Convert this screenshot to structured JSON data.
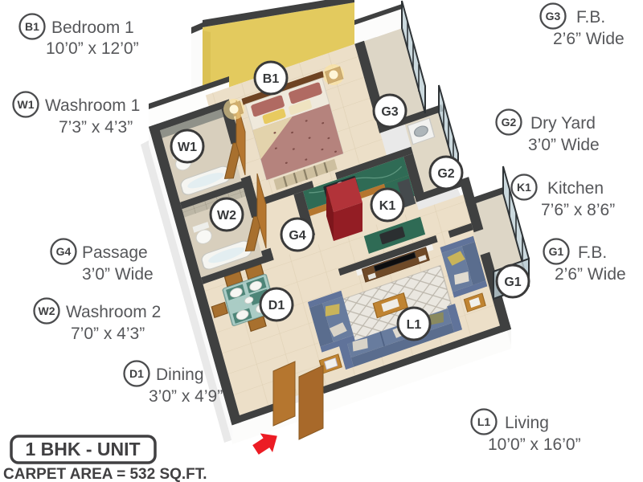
{
  "unit": {
    "title": "1 BHK - UNIT",
    "carpet_area": "CARPET AREA = 532 SQ.FT."
  },
  "rooms": [
    {
      "code": "B1",
      "name": "Bedroom 1",
      "dims": "10’0” x 12’0”"
    },
    {
      "code": "W1",
      "name": "Washroom 1",
      "dims": "7’3” x 4’3”"
    },
    {
      "code": "G4",
      "name": "Passage",
      "dims": "3’0” Wide"
    },
    {
      "code": "W2",
      "name": "Washroom 2",
      "dims": "7’0” x 4’3”"
    },
    {
      "code": "D1",
      "name": "Dining",
      "dims": "3’0” x 4’9”"
    },
    {
      "code": "G3",
      "name": "F.B.",
      "dims": "2’6” Wide"
    },
    {
      "code": "G2",
      "name": "Dry Yard",
      "dims": "3’0” Wide"
    },
    {
      "code": "K1",
      "name": "Kitchen",
      "dims": "7’6” x 8’6”"
    },
    {
      "code": "G1",
      "name": "F.B.",
      "dims": "2’6” Wide"
    },
    {
      "code": "L1",
      "name": "Living",
      "dims": "10’0” x 16’0”"
    }
  ],
  "colors": {
    "accent_wall": "#e3ca5e",
    "wall_top": "#3f4040",
    "label_text": "#56575a",
    "arrow_red": "#ec1c24",
    "counter_green": "#2f6b55",
    "sofa_blue": "#64789b",
    "wood": "#b5762f",
    "fridge_red": "#9c2127",
    "floor_beige": "#ecdfc8"
  },
  "icons": {
    "entry_arrow": "entry-direction-arrow"
  }
}
